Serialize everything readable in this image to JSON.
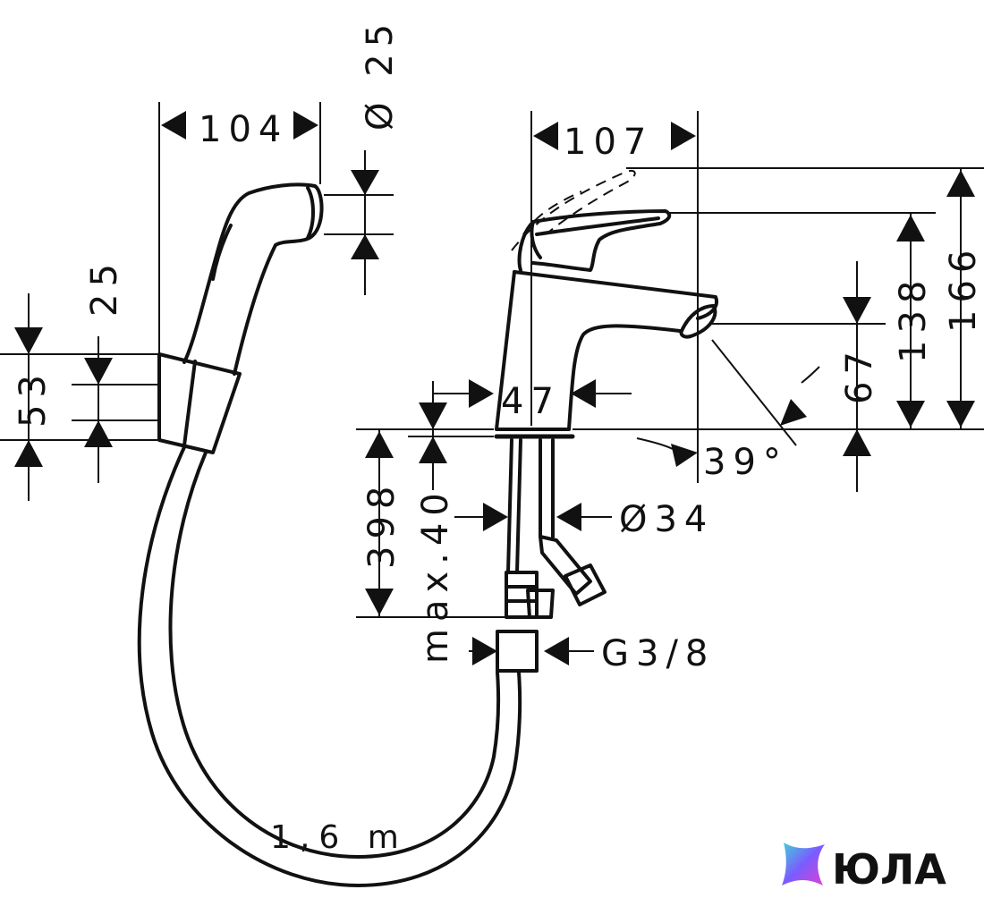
{
  "dimensions": {
    "shower_width": "104",
    "shower_head_diameter": "Ø 25",
    "holder_height_outer": "53",
    "holder_height_inner": "25",
    "spout_reach": "107",
    "body_width": "47",
    "lever_dash_height": "166",
    "lever_height": "138",
    "spout_height": "67",
    "angle": "39°",
    "hose_length_below": "398",
    "max_thickness": "max.40",
    "hole_diameter": "Ø34",
    "connection": "G3/8",
    "hose_length": "1,6 m"
  },
  "logo": {
    "text": "ЮЛА",
    "colors": [
      "#3fd3d9",
      "#7b5cff",
      "#e040d0"
    ]
  }
}
